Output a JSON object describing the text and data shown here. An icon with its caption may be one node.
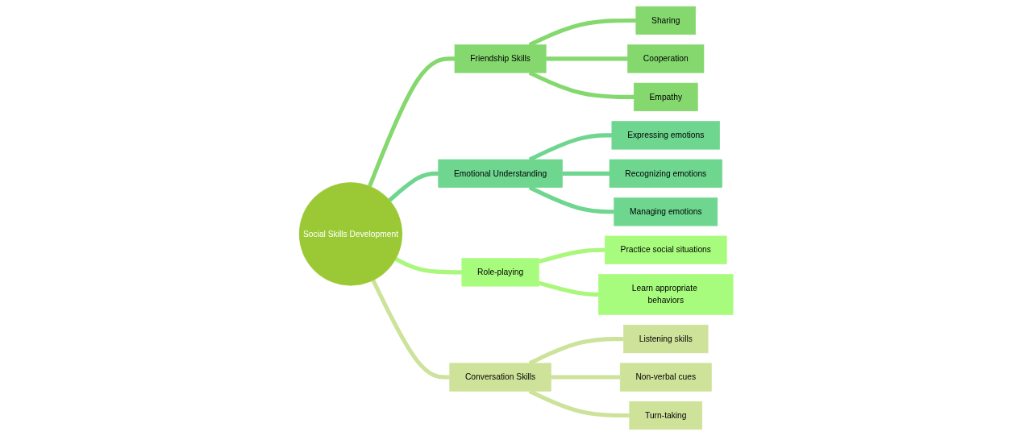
{
  "diagram": {
    "nodes": [
      {
        "text": [
          "Social Skills Development"
        ]
      },
      {
        "text": [
          "Friendship Skills"
        ]
      },
      {
        "text": [
          "Sharing"
        ]
      },
      {
        "text": [
          "Cooperation"
        ]
      },
      {
        "text": [
          "Empathy"
        ]
      },
      {
        "text": [
          "Emotional Understanding"
        ]
      },
      {
        "text": [
          "Expressing emotions"
        ]
      },
      {
        "text": [
          "Recognizing emotions"
        ]
      },
      {
        "text": [
          "Managing emotions"
        ]
      },
      {
        "text": [
          "Role-playing"
        ]
      },
      {
        "text": [
          "Practice social situations"
        ]
      },
      {
        "text": [
          "Learn appropriate behaviors"
        ]
      },
      {
        "text": [
          "Conversation Skills"
        ]
      },
      {
        "text": [
          "Listening skills"
        ]
      },
      {
        "text": [
          "Non-verbal cues"
        ]
      },
      {
        "text": [
          "Turn-taking"
        ]
      }
    ],
    "edges": [
      {
        "from": 0,
        "to": 1,
        "arrow": "none",
        "color": "#84d86e"
      },
      {
        "from": 1,
        "to": 2,
        "arrow": "none",
        "color": "#84d86e"
      },
      {
        "from": 1,
        "to": 3,
        "arrow": "none",
        "color": "#84d86e"
      },
      {
        "from": 1,
        "to": 4,
        "arrow": "none",
        "color": "#84d86e"
      },
      {
        "from": 0,
        "to": 5,
        "arrow": "none",
        "color": "#6ed68f"
      },
      {
        "from": 5,
        "to": 6,
        "arrow": "none",
        "color": "#6ed68f"
      },
      {
        "from": 5,
        "to": 7,
        "arrow": "none",
        "color": "#6ed68f"
      },
      {
        "from": 5,
        "to": 8,
        "arrow": "none",
        "color": "#6ed68f"
      },
      {
        "from": 0,
        "to": 9,
        "arrow": "none",
        "color": "#a9f77b"
      },
      {
        "from": 9,
        "to": 10,
        "arrow": "none",
        "color": "#a9f77b"
      },
      {
        "from": 9,
        "to": 11,
        "arrow": "none",
        "color": "#a9f77b"
      },
      {
        "from": 0,
        "to": 12,
        "arrow": "none",
        "color": "#cde29a"
      },
      {
        "from": 12,
        "to": 13,
        "arrow": "none",
        "color": "#cde29a"
      },
      {
        "from": 12,
        "to": 14,
        "arrow": "none",
        "color": "#cde29a"
      },
      {
        "from": 12,
        "to": 15,
        "arrow": "none",
        "color": "#cde29a"
      }
    ]
  }
}
